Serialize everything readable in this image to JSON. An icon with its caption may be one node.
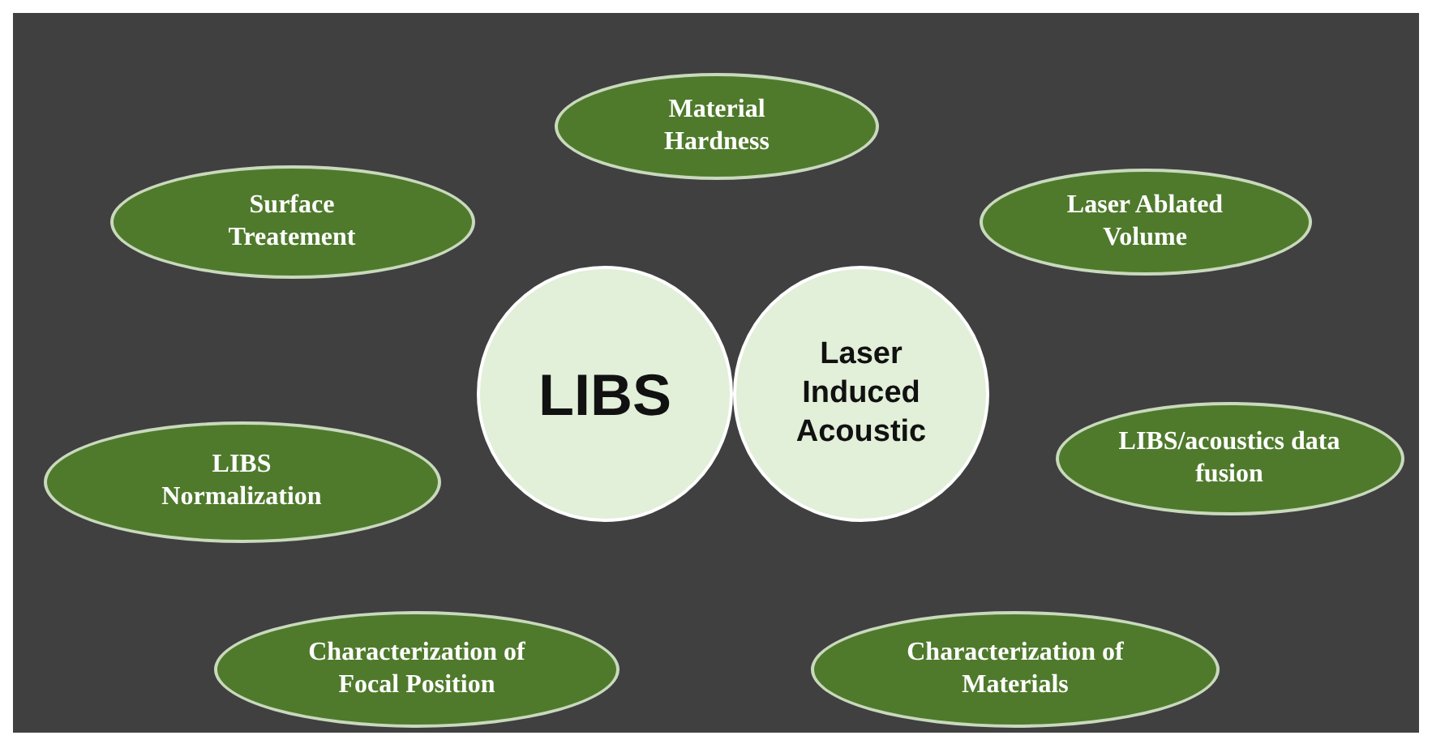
{
  "diagram": {
    "nodes": [
      {
        "text": [
          "Material Hardness"
        ]
      },
      {
        "text": [
          "Surface Treatement"
        ]
      },
      {
        "text": [
          "Laser Ablated Volume"
        ]
      },
      {
        "text": [
          "LIBS"
        ]
      },
      {
        "text": [
          "Laser Induced Acoustic"
        ]
      },
      {
        "text": [
          "LIBS Normalization"
        ]
      },
      {
        "text": [
          "LIBS/acoustics data fusion"
        ]
      },
      {
        "text": [
          "Characterization of Focal Position"
        ]
      },
      {
        "text": [
          "Characterization of Materials"
        ]
      }
    ]
  }
}
